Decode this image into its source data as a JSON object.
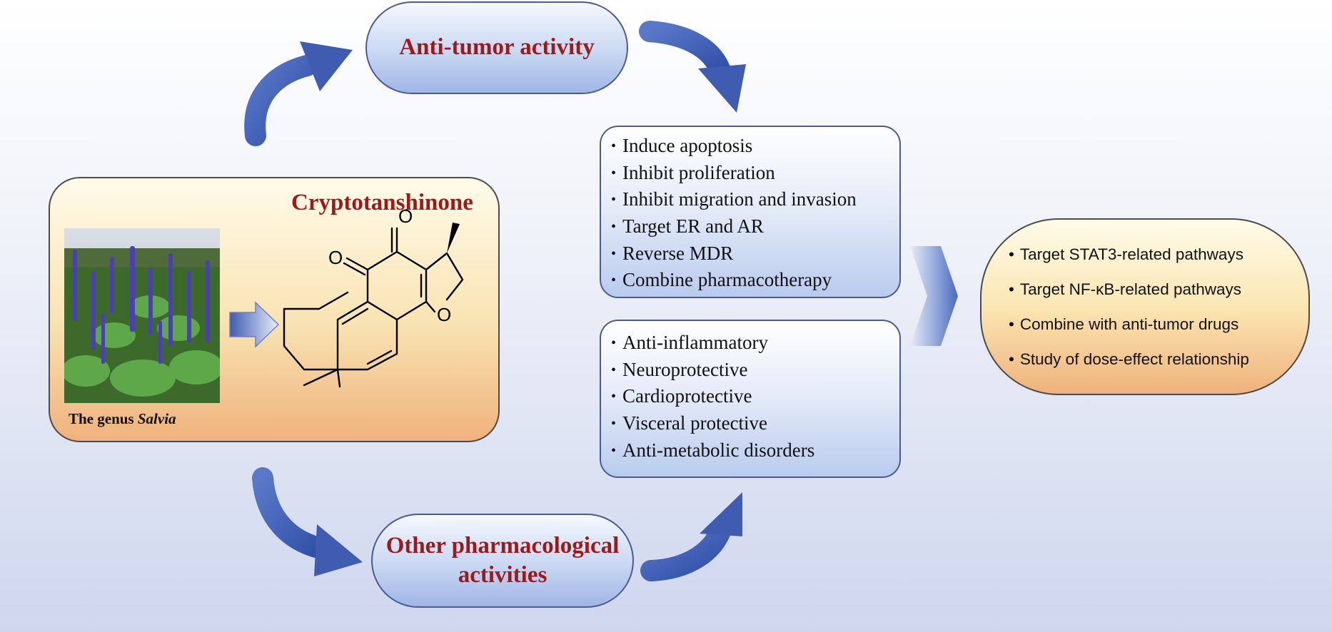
{
  "nodes": {
    "anti_tumor": "Anti-tumor activity",
    "other": "Other pharmacological activities",
    "compound": "Cryptotanshinone",
    "plant_caption_prefix": "The genus ",
    "plant_caption_italic": "Salvia"
  },
  "anti_tumor_effects": [
    "Induce apoptosis",
    "Inhibit proliferation",
    "Inhibit migration and invasion",
    "Target ER and AR",
    "Reverse MDR",
    "Combine pharmacotherapy"
  ],
  "other_effects": [
    "Anti-inflammatory",
    "Neuroprotective",
    "Cardioprotective",
    "Visceral protective",
    "Anti-metabolic disorders"
  ],
  "future_directions": [
    "Target STAT3-related pathways",
    "Target NF-κB-related pathways",
    "Combine with anti-tumor drugs",
    "Study of dose-effect relationship"
  ],
  "structure_atoms": {
    "o1": "O",
    "o2": "O",
    "o3": "O"
  },
  "colors": {
    "arrow": "#3f5cb0",
    "title_red": "#9b1a1a",
    "flower": "#4b3fb3",
    "leaf": "#3c7a2e"
  },
  "icons": [
    "curved-arrow-icon",
    "block-arrow-icon",
    "chevron-right-icon"
  ]
}
